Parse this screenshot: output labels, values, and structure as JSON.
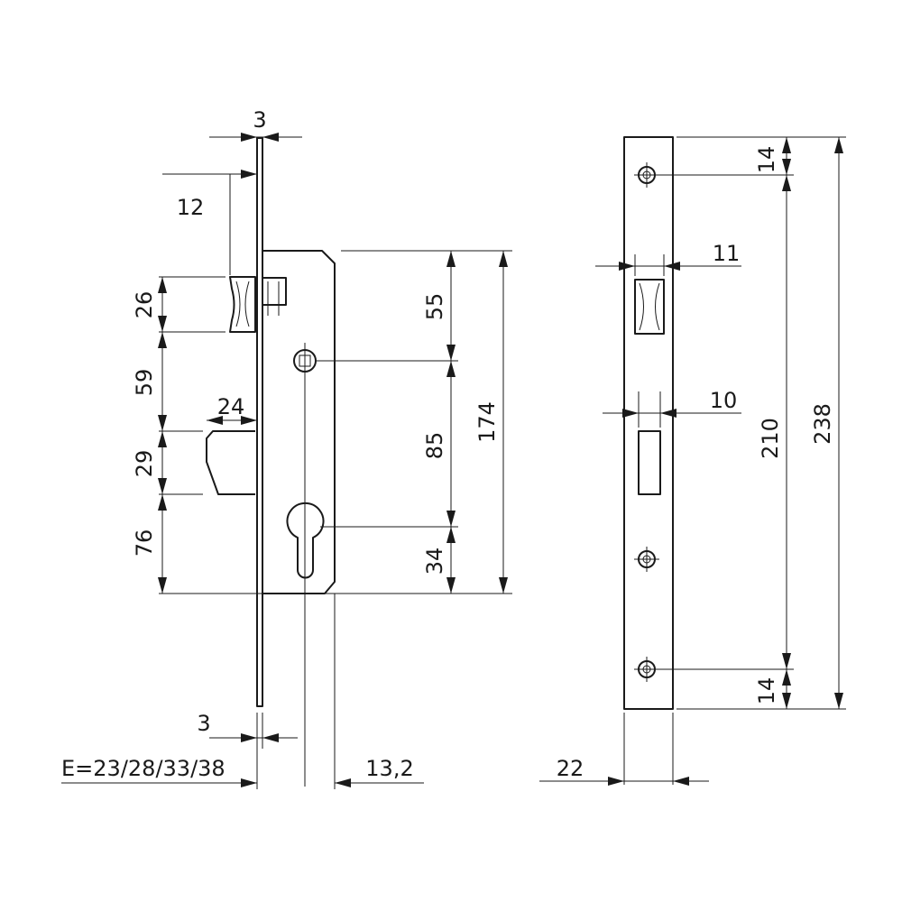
{
  "colors": {
    "line": "#1a1a1a",
    "background": "#ffffff"
  },
  "side_view": {
    "faceplate_thickness": "3",
    "latch_offset": "12",
    "latch_height": "26",
    "latch_to_bolt": "59",
    "bolt_throw": "24",
    "bolt_height": "29",
    "bolt_to_bottom": "76",
    "top_to_spindle": "55",
    "spindle_to_cylinder": "85",
    "body_height": "174",
    "cylinder_to_bottom": "34",
    "plate_thickness_bottom": "3",
    "backset": "E=23/28/33/38",
    "body_back_offset": "13,2"
  },
  "front_view": {
    "top_screw_offset": "14",
    "latch_window_width": "11",
    "bolt_window_width": "10",
    "screw_spacing": "210",
    "plate_height": "238",
    "bottom_screw_offset": "14",
    "plate_width": "22"
  }
}
